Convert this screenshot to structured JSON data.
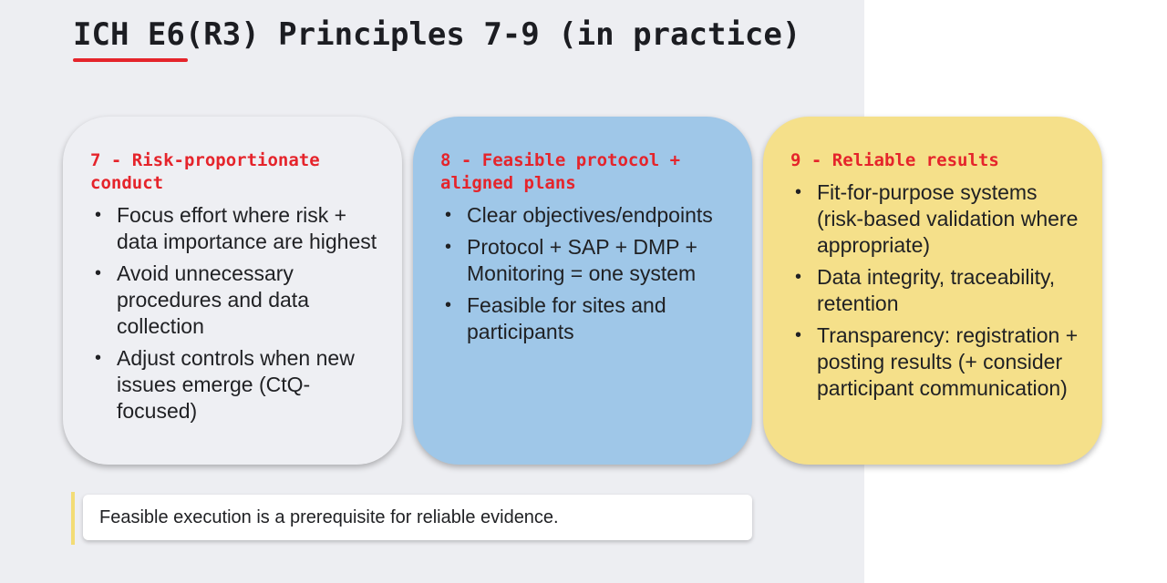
{
  "slide": {
    "title": "ICH E6(R3) Principles 7-9 (in practice)",
    "accent_color": "#e5242b"
  },
  "cards": [
    {
      "heading": "7 - Risk-proportionate conduct",
      "background": "#eeeff3",
      "bullets": [
        "Focus effort where risk + data importance are highest",
        "Avoid unnecessary procedures and data collection",
        "Adjust controls when new issues emerge (CtQ-focused)"
      ]
    },
    {
      "heading": "8 - Feasible protocol + aligned plans",
      "background": "#9fc7e8",
      "bullets": [
        "Clear objectives/endpoints",
        "Protocol + SAP + DMP + Monitoring = one system",
        "Feasible for sites and participants"
      ]
    },
    {
      "heading": "9 - Reliable results",
      "background": "#f5e08a",
      "bullets": [
        "Fit-for-purpose systems (risk-based validation where appropriate)",
        "Data integrity, traceability, retention",
        "Transparency: registration + posting results (+ consider participant communication)"
      ]
    }
  ],
  "callout": {
    "text": "Feasible execution is a prerequisite for reliable evidence.",
    "bar_color": "#f3dc76"
  }
}
